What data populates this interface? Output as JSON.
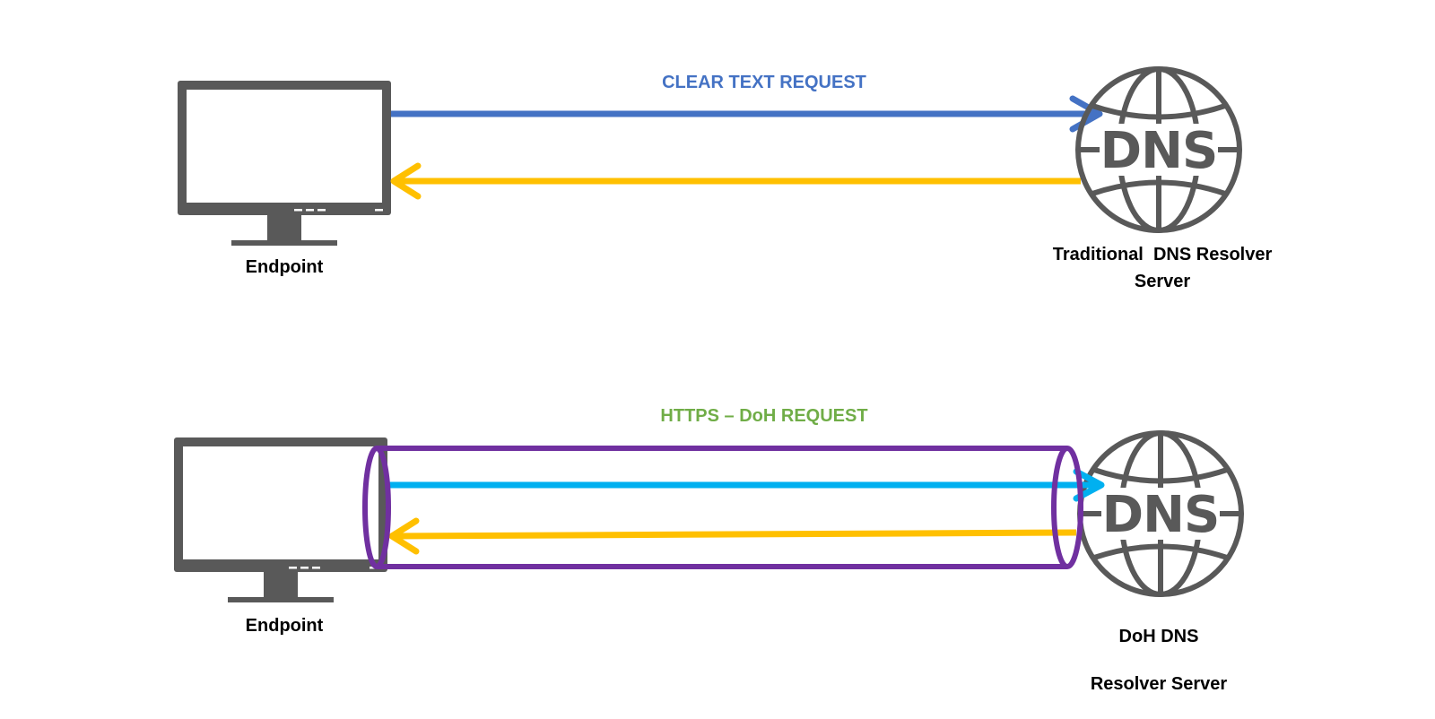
{
  "colors": {
    "icon": "#595959",
    "request_clear": "#4472C4",
    "request_https": "#00B0F0",
    "response": "#FFC000",
    "tunnel": "#7030A0",
    "label_clear": "#4472C4",
    "label_https": "#70AD47",
    "label_dark": "#000000"
  },
  "icons": {
    "endpoint": "monitor-icon",
    "server": "dns-globe-icon"
  },
  "top": {
    "request_label": "CLEAR TEXT REQUEST",
    "endpoint_label": "Endpoint",
    "server_label_line1": "Traditional  DNS Resolver",
    "server_label_line2": "Server",
    "globe_text": "DNS"
  },
  "bottom": {
    "request_label": "HTTPS – DoH REQUEST",
    "endpoint_label": "Endpoint",
    "server_label_line1": "DoH DNS",
    "server_label_line2": "Resolver Server",
    "globe_text": "DNS"
  }
}
